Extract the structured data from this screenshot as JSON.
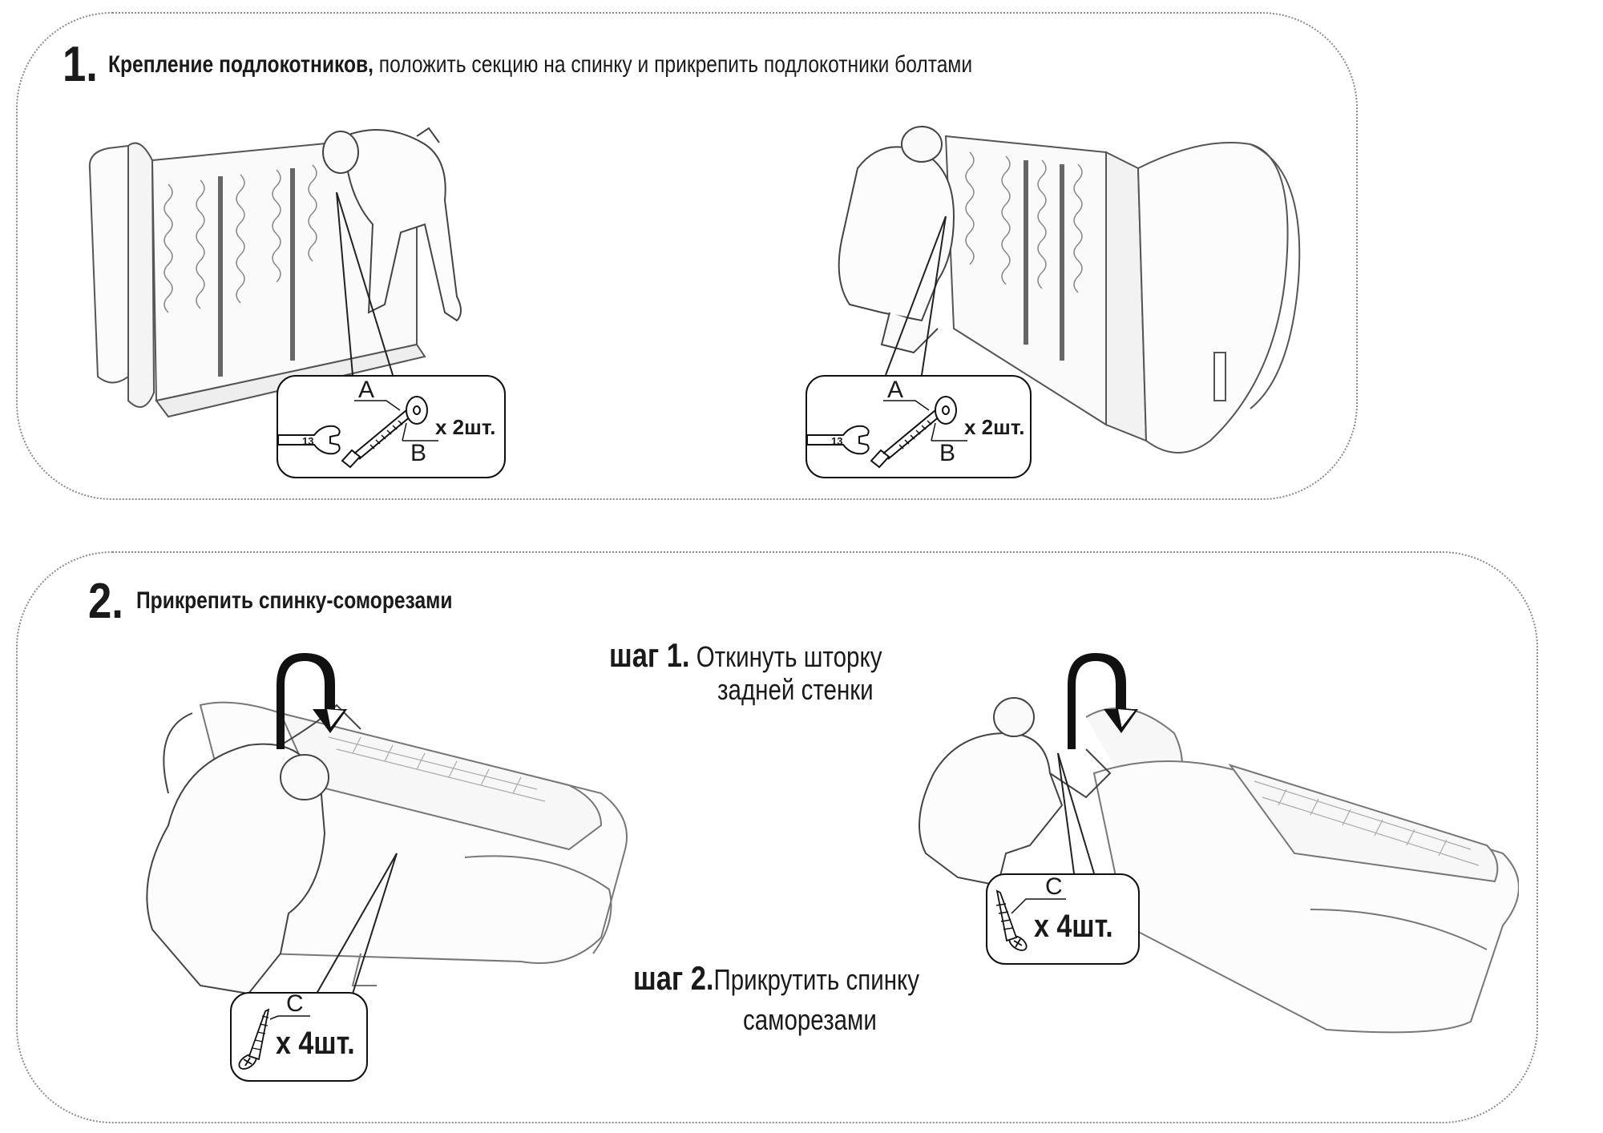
{
  "section1": {
    "number": "1.",
    "title_bold": "Крепление подлокотников,",
    "title_rest": " положить секцию на спинку и прикрепить подлокотники болтами",
    "callouts": [
      {
        "label_a": "A",
        "label_b": "B",
        "wrench_size": "13",
        "quantity": "x 2шт."
      },
      {
        "label_a": "A",
        "label_b": "B",
        "wrench_size": "13",
        "quantity": "x 2шт."
      }
    ]
  },
  "section2": {
    "number": "2.",
    "title": "Прикрепить спинку-соморезами",
    "step1": {
      "label": "шаг 1.",
      "line1": " Откинуть шторку",
      "line2": "задней стенки"
    },
    "step2": {
      "label": "шаг 2.",
      "line1": "Прикрутить спинку",
      "line2": "саморезами"
    },
    "callouts": [
      {
        "label_c": "C",
        "quantity": "x 4шт."
      },
      {
        "label_c": "C",
        "quantity": "x 4шт."
      }
    ]
  }
}
